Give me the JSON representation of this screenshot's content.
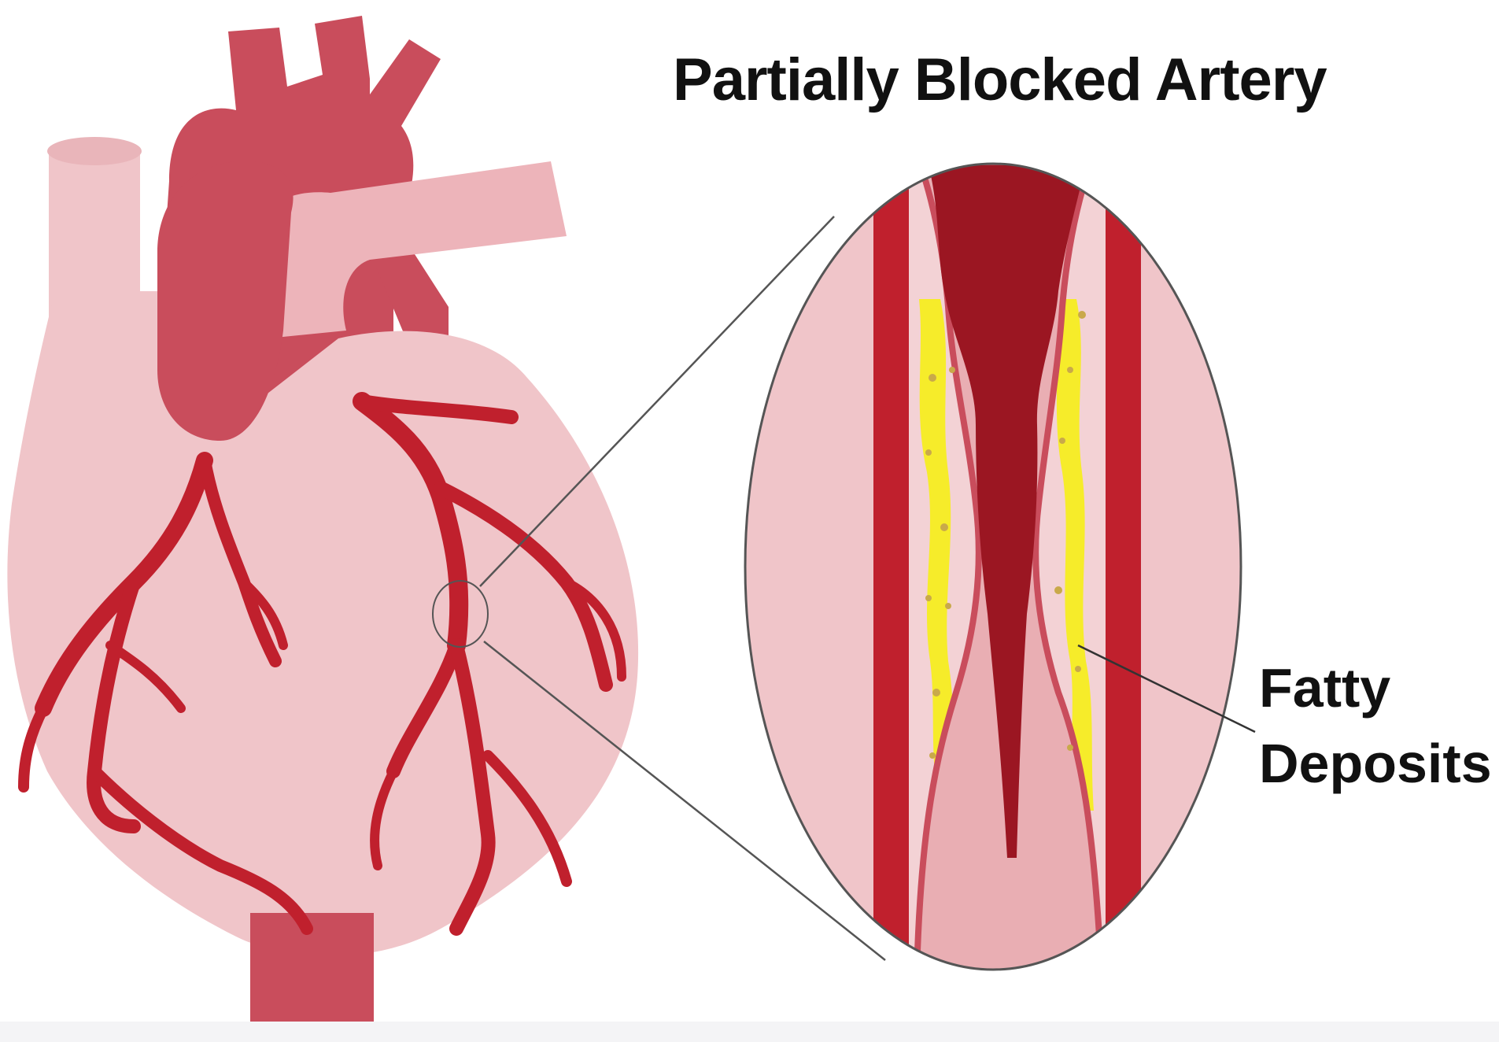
{
  "title": "Partially Blocked Artery",
  "label": {
    "line1": "Fatty",
    "line2": "Deposits"
  },
  "colors": {
    "heart_light": "#f0c5c9",
    "heart_mid": "#e9aeb3",
    "vessel_dark": "#c94d5c",
    "artery_red": "#c0202d",
    "blood_dark": "#9b1622",
    "fat_yellow": "#f6ec2a",
    "fat_dot": "#c9a94a",
    "outline": "#555555"
  }
}
